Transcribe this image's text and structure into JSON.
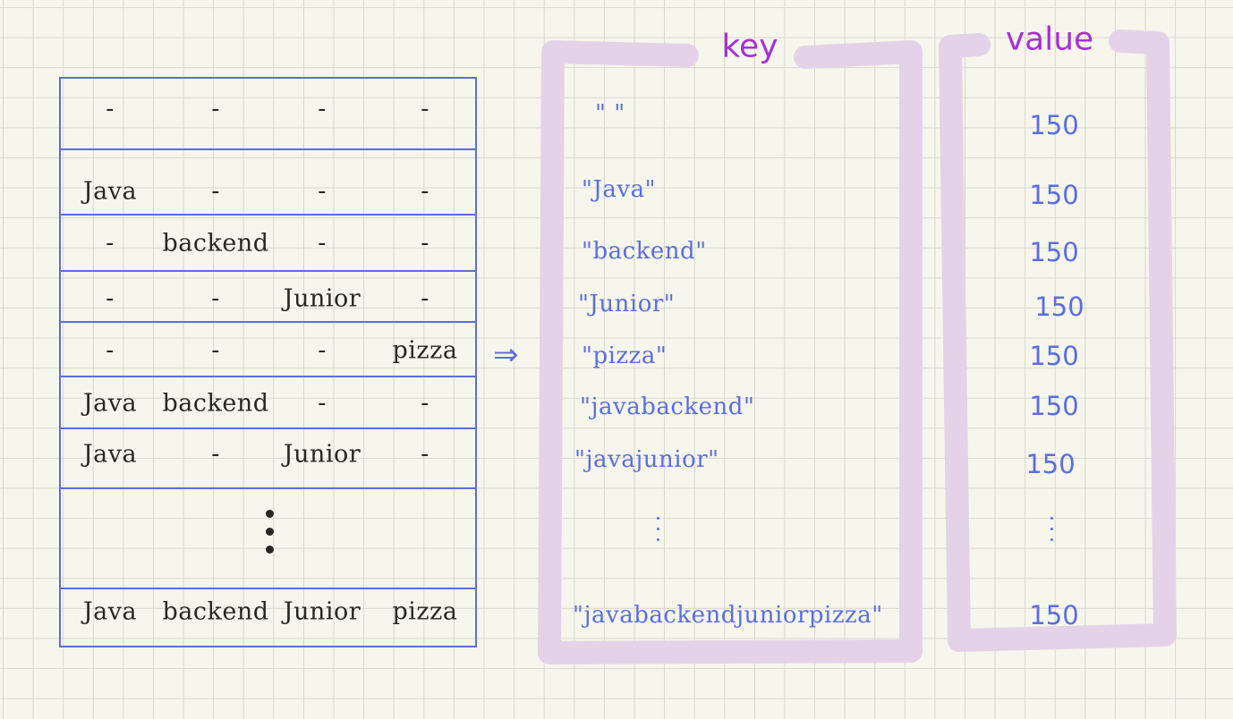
{
  "table": {
    "rows": [
      [
        "-",
        "-",
        "-",
        "-"
      ],
      [
        "Java",
        "-",
        "-",
        "-"
      ],
      [
        "-",
        "backend",
        "-",
        "-"
      ],
      [
        "-",
        "-",
        "Junior",
        "-"
      ],
      [
        "-",
        "-",
        "-",
        "pizza"
      ],
      [
        "Java",
        "backend",
        "-",
        "-"
      ],
      [
        "Java",
        "-",
        "Junior",
        "-"
      ],
      [
        "Java",
        "backend",
        "Junior",
        "pizza"
      ]
    ]
  },
  "arrow": "⇒",
  "map": {
    "key_header": "key",
    "value_header": "value",
    "keys": [
      "\" \"",
      "\"Java\"",
      "\"backend\"",
      "\"Junior\"",
      "\"pizza\"",
      "\"javabackend\"",
      "\"javajunior\"",
      "\"javabackendjuniorpizza\""
    ],
    "values": [
      "150",
      "150",
      "150",
      "150",
      "150",
      "150",
      "150",
      "150"
    ]
  },
  "colors": {
    "table_line": "#5a6ee0",
    "bracket": "#e4d3e8",
    "header": "#a630d8",
    "ink": "#2a2622"
  }
}
